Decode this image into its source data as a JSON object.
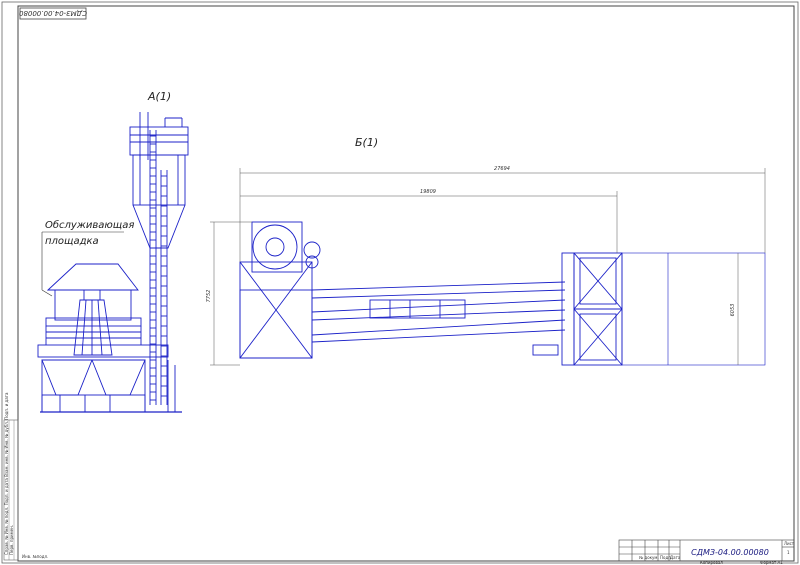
{
  "drawing": {
    "stamp_code": "СДМЗ-04.00.00080",
    "view_a_label": "А(1)",
    "view_b_label": "Б(1)",
    "callout_line1": "Обслуживающая",
    "callout_line2": "площадка",
    "colors": {
      "line": "#1c22c8",
      "frame": "#555555",
      "dim": "#555555"
    }
  },
  "dimensions": {
    "overall_length": "27694",
    "partial_length": "19809",
    "left_height": "7752",
    "right_height": "6053"
  },
  "title_block": {
    "code": "СДМЗ-04.00.00080",
    "sheet_small_1": "Лист",
    "sheet_small_2": "1",
    "copied": "Копировал",
    "format": "Формат  А1",
    "col_doc": "№ докум.",
    "col_sign": "Подп.",
    "col_date": "Дата"
  },
  "side_stamp": {
    "line1": "Справ. № Инв. № подл. Подп. и дата Взам. инв. № Инв. № дубл. Подп. и дата",
    "line2": "Перв. примен.",
    "bottom_left": "Инв. №подл."
  }
}
